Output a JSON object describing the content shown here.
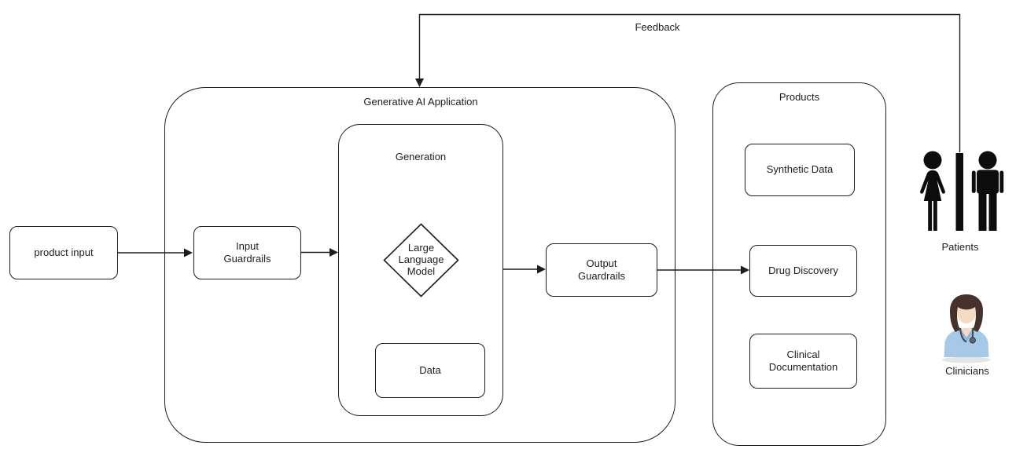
{
  "containers": {
    "genai_app": {
      "label": "Generative AI Application"
    },
    "generation": {
      "label": "Generation"
    },
    "products": {
      "label": "Products"
    }
  },
  "nodes": {
    "product_input": {
      "label": "product input"
    },
    "input_guardrails": {
      "label": "Input\nGuardrails"
    },
    "llm": {
      "label": "Large\nLanguage\nModel"
    },
    "data": {
      "label": "Data"
    },
    "output_guardrails": {
      "label": "Output\nGuardrails"
    },
    "synthetic_data": {
      "label": "Synthetic Data"
    },
    "drug_discovery": {
      "label": "Drug Discovery"
    },
    "clinical_documentation": {
      "label": "Clinical\nDocumentation"
    }
  },
  "connectors": {
    "feedback_label": "Feedback"
  },
  "actors": {
    "patients": {
      "label": "Patients",
      "icon": "male-female-figures-icon"
    },
    "clinicians": {
      "label": "Clinicians",
      "icon": "female-clinician-avatar-icon"
    }
  },
  "colors": {
    "line": "#1d1d1d",
    "box_fill": "#ffffff",
    "icon_black": "#0c0c0c",
    "clinician_scrubs": "#a6c9e8",
    "clinician_collar": "#8db6dd",
    "clinician_skin": "#f3dcc3",
    "clinician_hair": "#46322a",
    "stethoscope": "#4a4f55"
  }
}
